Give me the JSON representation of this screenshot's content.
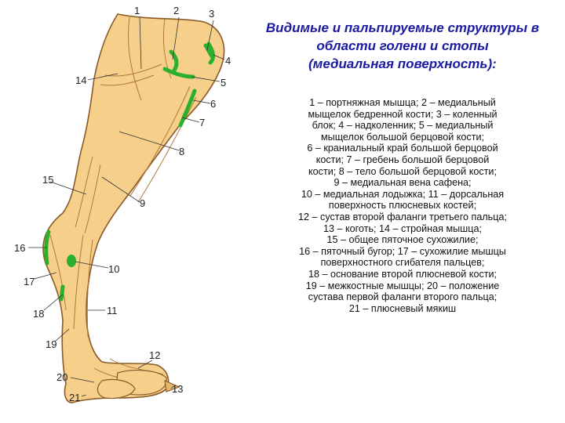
{
  "title_lines": [
    "Видимые и пальпируемые структуры в",
    "области голени и стопы",
    "(медиальная поверхность):"
  ],
  "legend_lines": [
    "1 – портняжная мышца; 2 – медиальный",
    "мыщелок бедренной кости; 3 – коленный",
    "блок; 4 – надколенник; 5 – медиальный",
    "мыщелок большой берцовой кости;",
    "6 – краниальный край большой берцовой",
    "кости; 7 – гребень большой берцовой",
    "кости; 8 – тело большой берцовой кости;",
    "9 – медиальная вена сафена;",
    "10 – медиальная лодыжка; 11 – дорсальная",
    "поверхность плюсневых костей;",
    "12 – сустав второй фаланги третьего пальца;",
    "13 – коготь; 14 – стройная мышца;",
    "15 – общее пяточное сухожилие;",
    "16 – пяточный бугор; 17 – сухожилие мышцы",
    "поверхностного сгибателя пальцев;",
    "18 – основание второй плюсневой кости;",
    "19 – межкостные мышцы; 20 – положение",
    "сустава первой фаланги второго пальца;",
    "21 – плюсневый мякиш"
  ],
  "labels": [
    "1",
    "2",
    "3",
    "4",
    "5",
    "6",
    "7",
    "8",
    "9",
    "10",
    "11",
    "12",
    "13",
    "14",
    "15",
    "16",
    "17",
    "18",
    "19",
    "20",
    "21"
  ],
  "colors": {
    "title": "#1a1aa0",
    "limb_fill": "#f6cf8a",
    "outline": "#8a5a2a",
    "marker": "#2bb02b"
  }
}
